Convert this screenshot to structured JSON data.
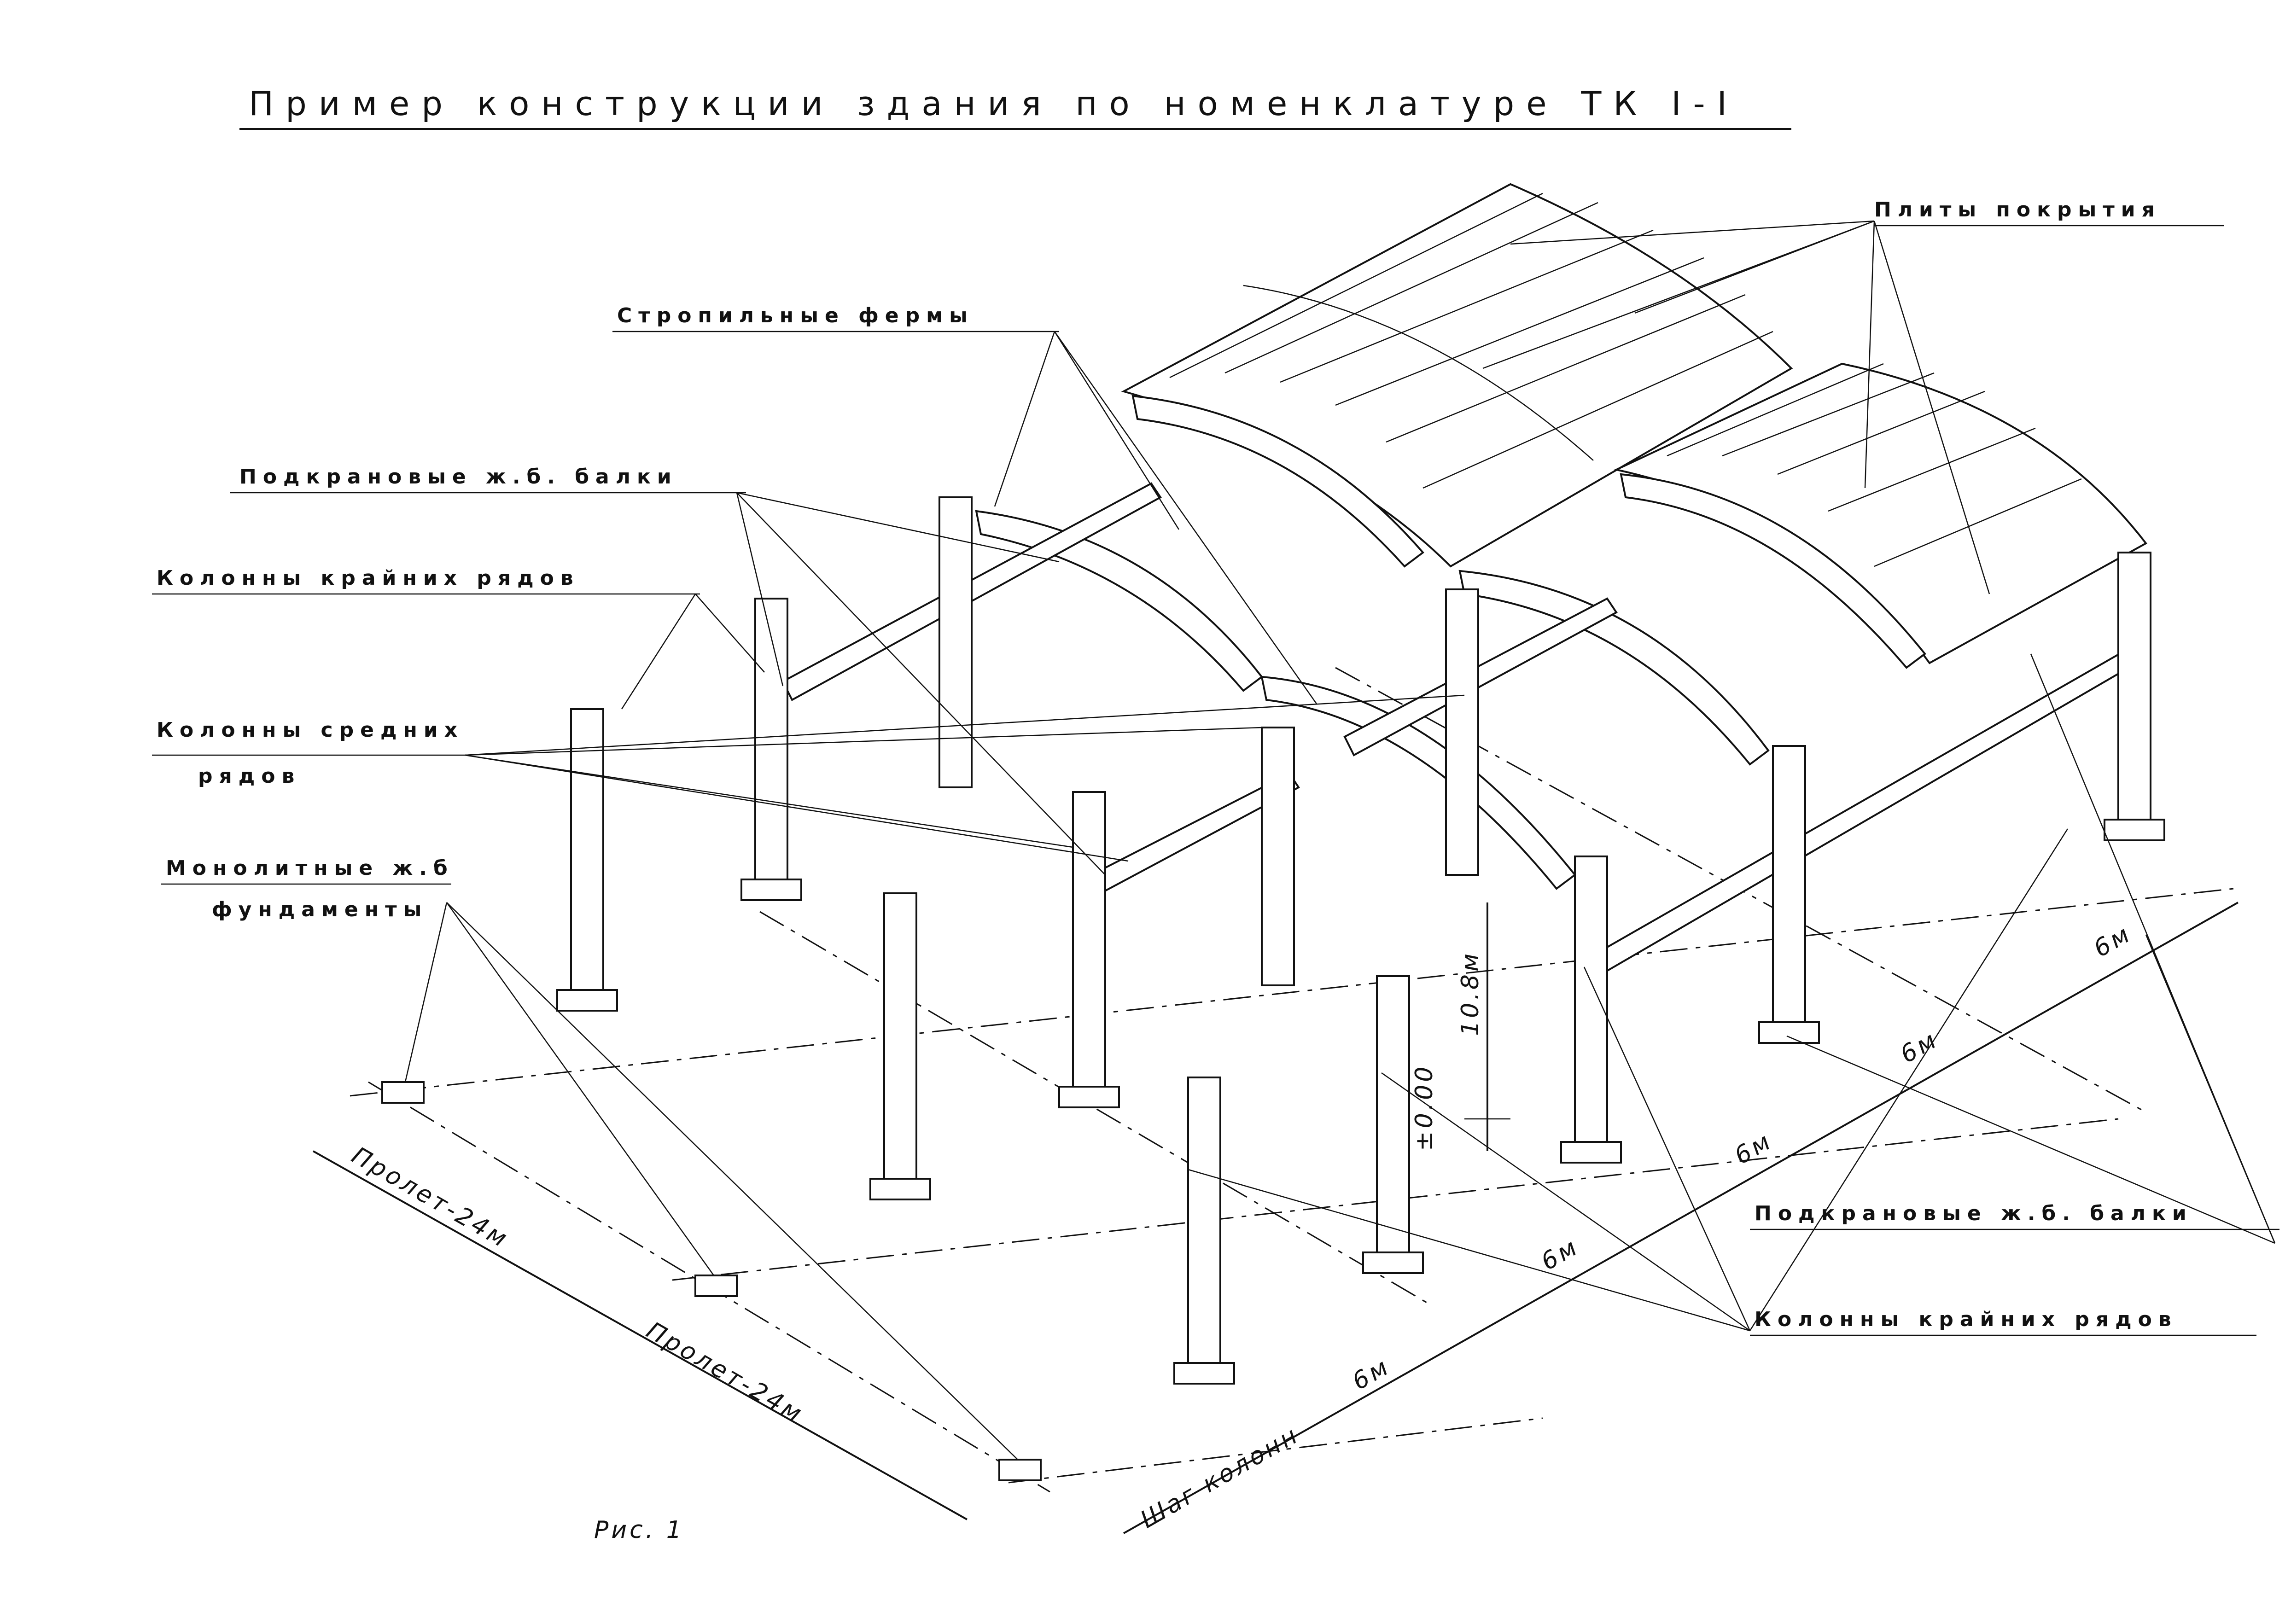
{
  "title": "Пример конструкции здания по номенклатуре ТК I-I",
  "labels": {
    "roof_slabs": "Плиты покрытия",
    "rafter_trusses": "Стропильные фермы",
    "crane_beams_left": "Подкрановые ж.б. балки",
    "edge_columns_left": "Колонны крайних рядов",
    "middle_columns_line1": "Колонны средних",
    "middle_columns_line2": "рядов",
    "foundations_line1": "Монолитные ж.б",
    "foundations_line2": "фундаменты",
    "crane_beams_right": "Подкрановые ж.б. балки",
    "edge_columns_right": "Колонны крайних рядов"
  },
  "dimensions": {
    "span1": "Пролет-24м",
    "span2": "Пролет-24м",
    "column_step": "Шаг колонн",
    "step1": "6м",
    "step2": "6м",
    "step3": "6м",
    "step4": "6м",
    "step5": "6м",
    "height": "10.8м",
    "zero_level": "±0.00"
  },
  "caption": "Рис. 1"
}
